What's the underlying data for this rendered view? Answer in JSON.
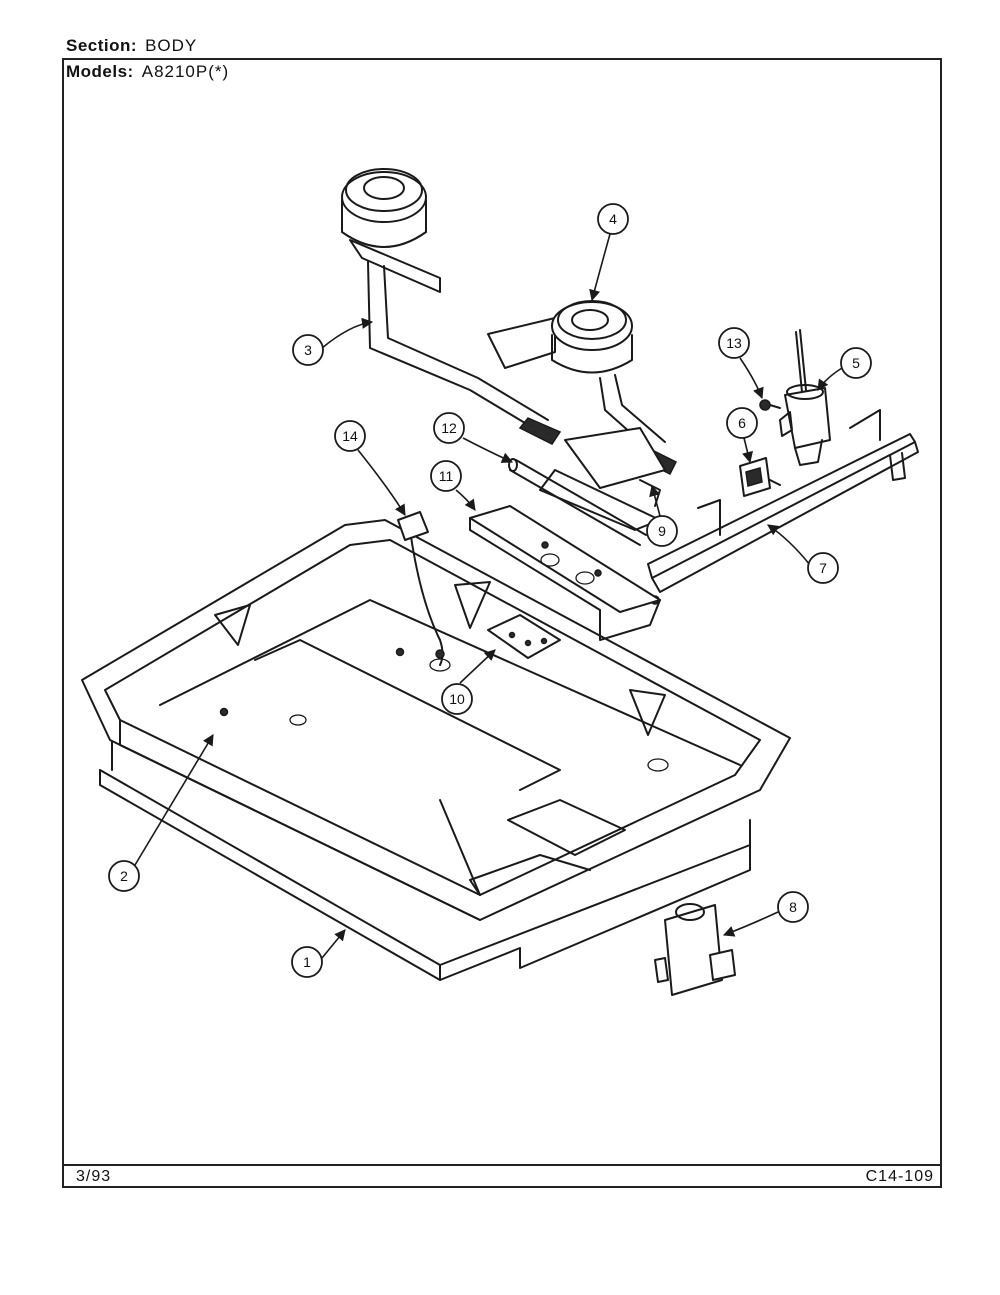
{
  "header": {
    "section_label": "Section:",
    "section_value": "BODY",
    "models_label": "Models:",
    "models_value": "A8210P(*)"
  },
  "footer": {
    "date": "3/93",
    "code": "C14-109"
  },
  "callouts": [
    "1",
    "2",
    "3",
    "4",
    "5",
    "6",
    "7",
    "8",
    "9",
    "10",
    "11",
    "12",
    "13",
    "14"
  ]
}
